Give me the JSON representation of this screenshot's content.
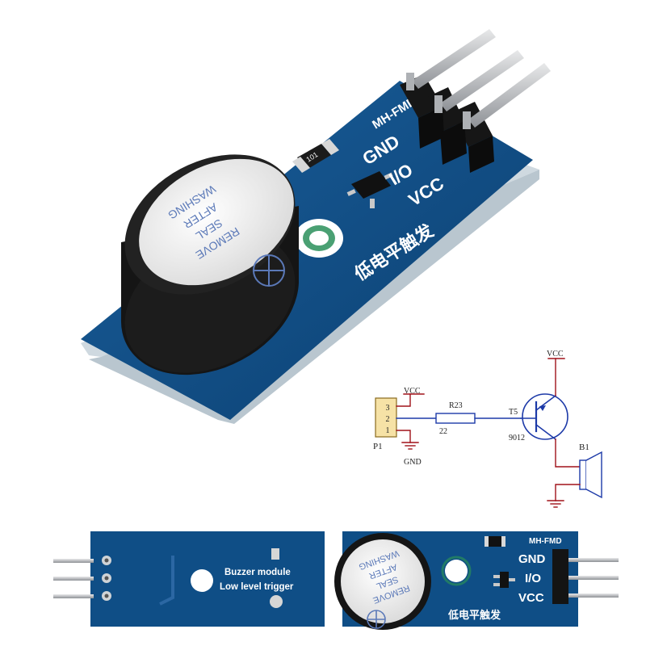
{
  "main_module": {
    "brand": "MH-FMD",
    "pin_labels": [
      "GND",
      "I/O",
      "VCC"
    ],
    "smd_label": "101",
    "trigger_text_cn": "低电平触发",
    "buzzer_sticker": [
      "REMOVE",
      "SEAL",
      "AFTER",
      "WASHING"
    ]
  },
  "schematic": {
    "vcc_top": "VCC",
    "vcc_left": "VCC",
    "gnd_left": "GND",
    "connector_pins": [
      "3",
      "2",
      "1"
    ],
    "connector_ref": "P1",
    "resistor_ref": "R23",
    "resistor_value": "22",
    "transistor_ref": "T5",
    "transistor_part": "9012",
    "buzzer_ref": "B1"
  },
  "back_view": {
    "line1": "Buzzer module",
    "line2": "Low level trigger"
  },
  "front_view": {
    "brand": "MH-FMD",
    "pin_labels": [
      "GND",
      "I/O",
      "VCC"
    ],
    "trigger_text_cn": "低电平触发",
    "buzzer_sticker": [
      "REMOVE",
      "SEAL",
      "AFTER",
      "WASHING"
    ]
  },
  "colors": {
    "pcb": "#0f4e86",
    "pcb_dark": "#0a3966",
    "buzzer": "#1a1a1a",
    "sticker": "#f2f2f2",
    "pin": "#b9bcc0",
    "schematic_wire": "#a0121a",
    "schematic_blue": "#1d3aa8"
  }
}
